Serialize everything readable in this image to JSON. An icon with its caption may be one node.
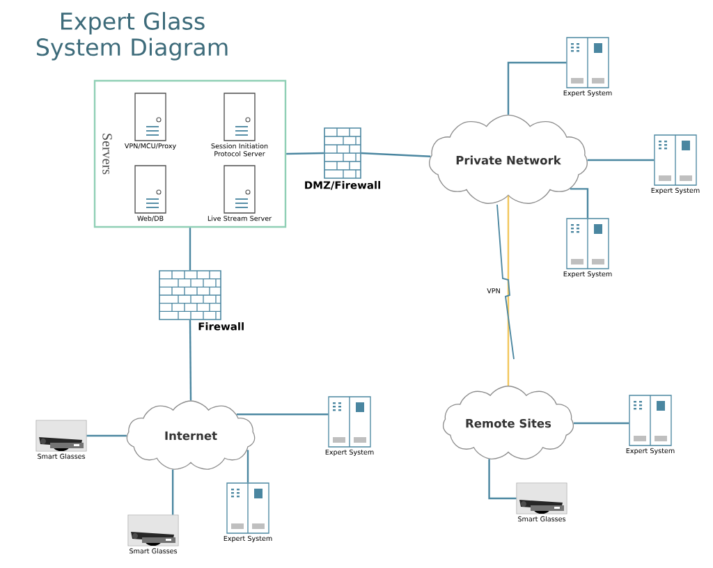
{
  "diagram": {
    "title": "Expert Glass System Diagram",
    "nodes": [
      {
        "text": [
          "Servers"
        ]
      },
      {
        "text": [
          "VPN/MCU/Proxy"
        ],
        "in": 0
      },
      {
        "text": [
          "Session Initiation Protocol Server"
        ],
        "in": 0
      },
      {
        "text": [
          "Web/DB"
        ],
        "in": 0
      },
      {
        "text": [
          "Live Stream Server"
        ],
        "in": 0
      },
      {
        "text": [
          "DMZ/Firewall"
        ]
      },
      {
        "text": [
          "Private Network"
        ]
      },
      {
        "text": [
          "Expert System"
        ]
      },
      {
        "text": [
          "Expert System"
        ]
      },
      {
        "text": [
          "Expert System"
        ]
      },
      {
        "text": [
          "Firewall"
        ]
      },
      {
        "text": [
          "Internet"
        ]
      },
      {
        "text": [
          "Smart Glasses"
        ]
      },
      {
        "text": [
          "Expert System"
        ]
      },
      {
        "text": [
          "Expert System"
        ]
      },
      {
        "text": [
          "Smart Glasses"
        ]
      },
      {
        "text": [
          "Remote Sites"
        ]
      },
      {
        "text": [
          "Expert System"
        ]
      },
      {
        "text": [
          "Smart Glasses"
        ]
      }
    ],
    "edges": [
      {
        "from": 0,
        "to": 5,
        "arrow": "none"
      },
      {
        "from": 5,
        "to": 6,
        "arrow": "none"
      },
      {
        "from": 6,
        "to": 7,
        "arrow": "none"
      },
      {
        "from": 6,
        "to": 8,
        "arrow": "none"
      },
      {
        "from": 6,
        "to": 9,
        "arrow": "none"
      },
      {
        "from": 6,
        "to": 16,
        "arrow": "none",
        "label": "VPN",
        "color": "#f2c75c"
      },
      {
        "from": 0,
        "to": 10,
        "arrow": "none"
      },
      {
        "from": 10,
        "to": 11,
        "arrow": "none"
      },
      {
        "from": 11,
        "to": 12,
        "arrow": "none"
      },
      {
        "from": 11,
        "to": 13,
        "arrow": "none"
      },
      {
        "from": 11,
        "to": 14,
        "arrow": "none"
      },
      {
        "from": 11,
        "to": 15,
        "arrow": "none"
      },
      {
        "from": 16,
        "to": 17,
        "arrow": "none"
      },
      {
        "from": 16,
        "to": 18,
        "arrow": "none"
      }
    ]
  }
}
